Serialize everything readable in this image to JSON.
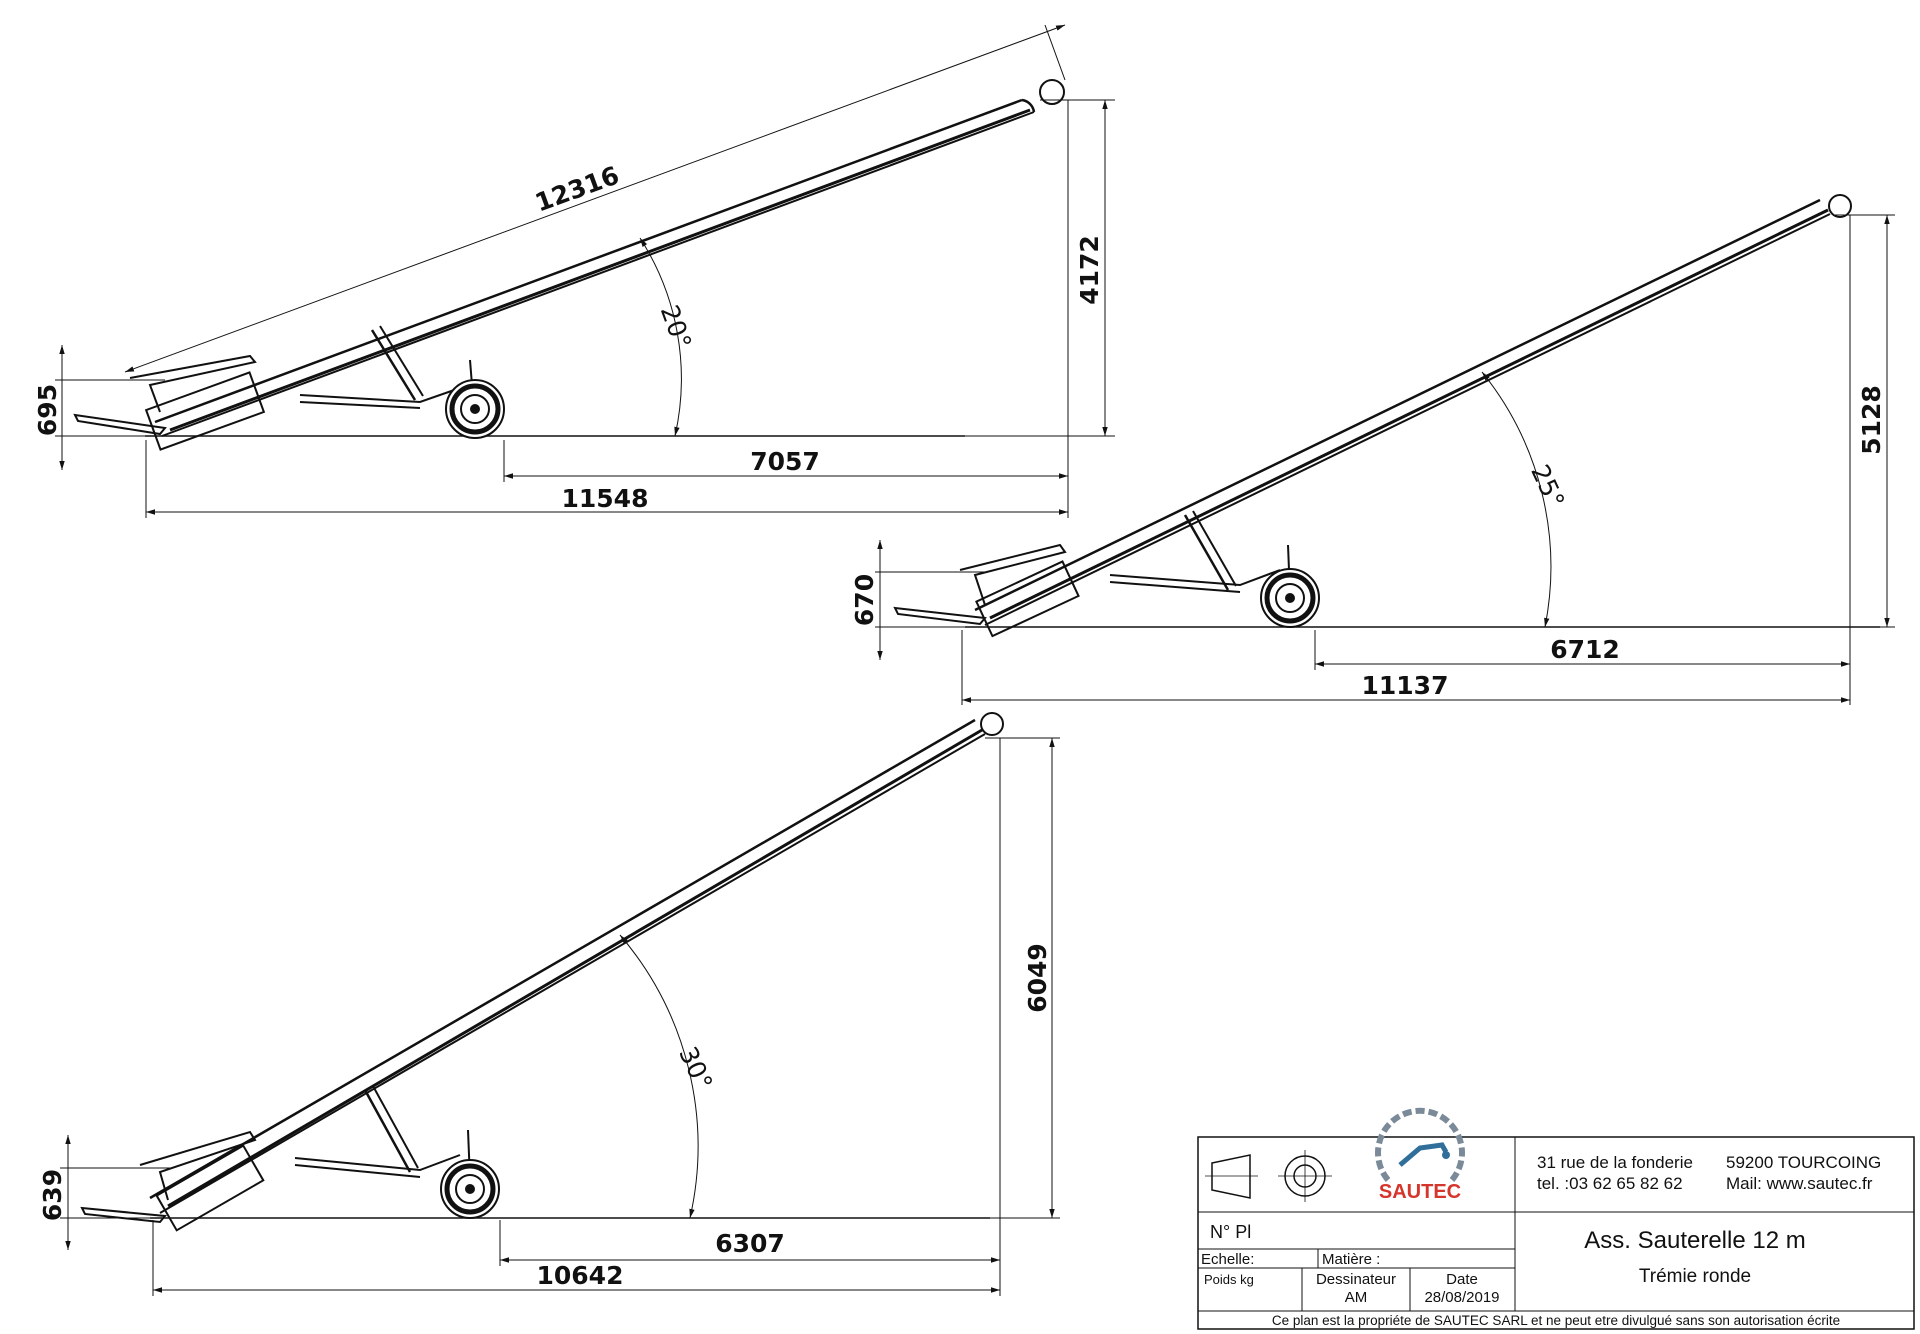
{
  "views": [
    {
      "name": "20deg",
      "belt_length": "12316",
      "height": "4172",
      "inlet_height": "695",
      "wheel_to_end": "7057",
      "total_length": "11548",
      "angle": "20°"
    },
    {
      "name": "25deg",
      "height": "5128",
      "inlet_height": "670",
      "wheel_to_end": "6712",
      "total_length": "11137",
      "angle": "25°"
    },
    {
      "name": "30deg",
      "height": "6049",
      "inlet_height": "639",
      "wheel_to_end": "6307",
      "total_length": "10642",
      "angle": "30°"
    }
  ],
  "title_block": {
    "logo_text": "SAUTEC",
    "address_line1": "31 rue de la fonderie",
    "city": "59200  TOURCOING",
    "tel": "tel. :03 62 65 82 62",
    "mail": "Mail: www.sautec.fr",
    "plan_no_label": "N° Pl",
    "title": "Ass. Sauterelle 12 m",
    "subtitle": "Trémie ronde",
    "scale_label": "Echelle:",
    "material_label": "Matière :",
    "weight_label": "Poids kg",
    "drafter_label": "Dessinateur",
    "drafter_value": "AM",
    "date_label": "Date",
    "date_value": "28/08/2019",
    "footer": "Ce plan est la propriéte de SAUTEC SARL et ne peut etre divulgué sans son autorisation écrite"
  },
  "colors": {
    "ink": "#111111",
    "logo_blue": "#2f6f9a",
    "logo_red": "#d6352b",
    "logo_grey": "#7a8a99"
  }
}
